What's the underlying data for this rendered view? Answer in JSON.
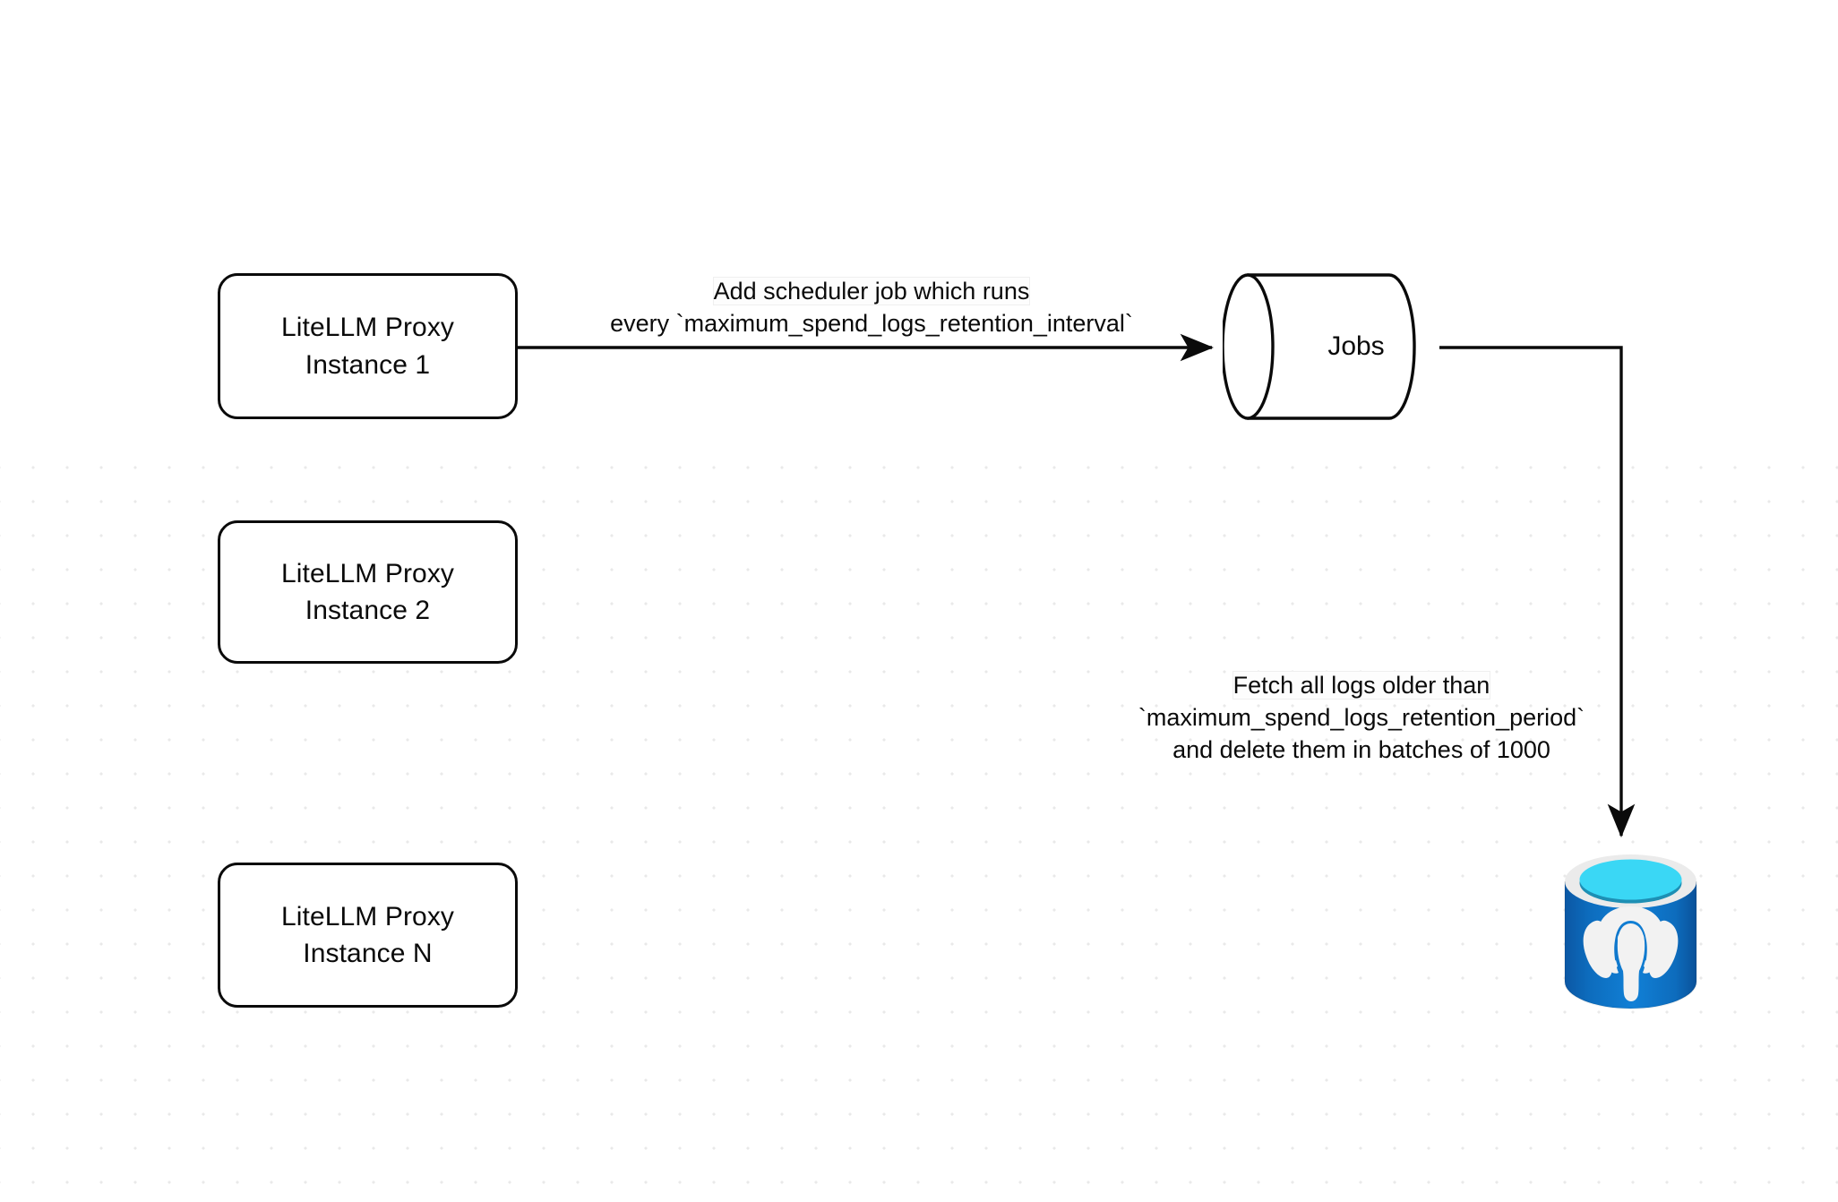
{
  "diagram": {
    "type": "flowchart",
    "background_color": "#ffffff",
    "grid": "dotted",
    "stroke_color": "#0a0a0a",
    "nodes": [
      {
        "id": "proxy-1",
        "name": "litellm-proxy-instance-1",
        "shape": "rounded-rectangle",
        "line_1": "LiteLLM Proxy",
        "line_2": "Instance 1"
      },
      {
        "id": "proxy-2",
        "name": "litellm-proxy-instance-2",
        "shape": "rounded-rectangle",
        "line_1": "LiteLLM Proxy",
        "line_2": "Instance 2"
      },
      {
        "id": "proxy-n",
        "name": "litellm-proxy-instance-n",
        "shape": "rounded-rectangle",
        "line_1": "LiteLLM Proxy",
        "line_2": "Instance N"
      },
      {
        "id": "jobs",
        "name": "jobs-queue",
        "shape": "cylinder",
        "label": "Jobs"
      },
      {
        "id": "database",
        "name": "postgres-database",
        "shape": "database-icon",
        "icon": "postgresql-elephant-icon",
        "colors": {
          "body": "#0f7fd4",
          "body_dark": "#0b5ba8",
          "rim": "#ebebeb",
          "top": "#3ad7f5",
          "top_shadow": "#1c9fc4",
          "elephant": "#f2f2f2"
        }
      }
    ],
    "edges": [
      {
        "id": "edge-proxy1-jobs",
        "name": "edge-proxy1-to-jobs",
        "from": "proxy-1",
        "to": "jobs",
        "arrow": true,
        "label_line_1": "Add scheduler job which runs",
        "label_line_2": "every `maximum_spend_logs_retention_interval`",
        "label_highlight": "Add scheduler"
      },
      {
        "id": "edge-jobs-db",
        "name": "edge-jobs-to-database",
        "from": "jobs",
        "to": "database",
        "arrow": true,
        "label_line_1": "Fetch all logs older than",
        "label_line_2": "`maximum_spend_logs_retention_period`",
        "label_line_3": "and delete them in batches of 1000",
        "label_highlight": "Fetch all logs older than"
      }
    ]
  }
}
